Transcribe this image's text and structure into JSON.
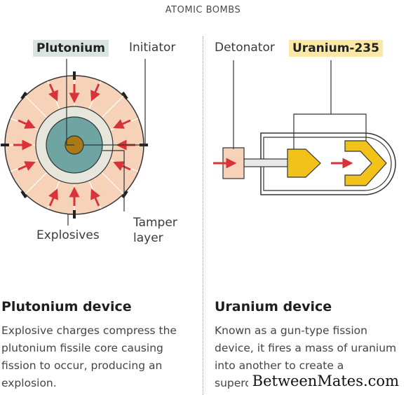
{
  "title": "ATOMIC BOMBS",
  "plutonium": {
    "label": "Plutonium",
    "initiator_label": "Initiator",
    "explosives_label": "Explosives",
    "tamper_label": "Tamper layer",
    "tamper_line1": "Tamper",
    "tamper_line2": "layer",
    "heading": "Plutonium device",
    "description": "Explosive charges compress the plutonium fissile core causing fission to occur, producing an explosion.",
    "description_lines": [
      "Explosive charges compress the",
      "plutonium fissile core causing",
      "fission to occur, producing an",
      "explosion."
    ]
  },
  "uranium": {
    "label": "Uranium-235",
    "detonator_label": "Detonator",
    "heading": "Uranium device",
    "description_lines": [
      "Known as a gun-type fission",
      "device, it fires a mass of uranium",
      "into another to create a",
      "supercri"
    ]
  },
  "watermark": "BetweenMates.com",
  "colors": {
    "explosive": "#f6d3b8",
    "core": "#6ea5a3",
    "initiator": "#a87a18",
    "uranium": "#f2c21a",
    "arrow": "#d9323a",
    "plutonium_highlight": "#d9e4e1",
    "uranium_highlight": "#fbe8a5"
  }
}
